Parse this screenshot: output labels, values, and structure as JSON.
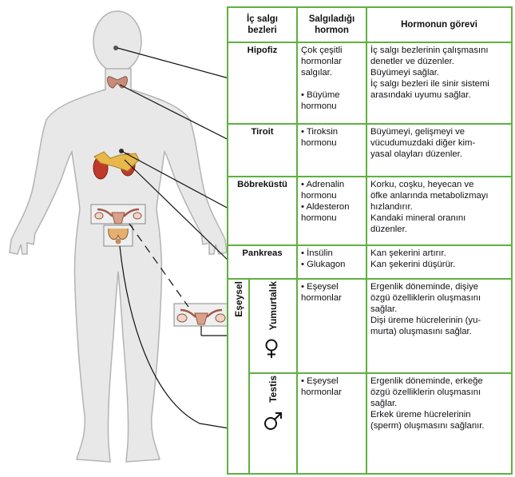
{
  "header": {
    "col1": "İç salgı bezleri",
    "col2": "Salgıladığı hormon",
    "col3": "Hormonun görevi"
  },
  "rows": {
    "hipofiz": {
      "name": "Hipofiz",
      "hormone_lines": [
        "Çok çeşitli",
        "hormonlar",
        "salgılar.",
        "",
        "• Büyüme",
        "hormonu"
      ],
      "task_lines": [
        "İç salgı bezlerinin çalışmasını",
        "denetler ve düzenler.",
        "Büyümeyi sağlar.",
        "İç salgı bezleri ile sinir sistemi",
        "arasındaki uyumu sağlar."
      ]
    },
    "tiroit": {
      "name": "Tiroit",
      "hormone_lines": [
        "• Tiroksin",
        "hormonu"
      ],
      "task_lines": [
        "Büyümeyi, gelişmeyi ve",
        "vücudumuzdaki diğer kim-",
        "yasal olayları düzenler."
      ]
    },
    "bobrekustu": {
      "name": "Böbreküstü",
      "hormone_lines": [
        "• Adrenalin",
        "hormonu",
        "• Aldesteron",
        "hormonu"
      ],
      "task_lines": [
        "Korku, coşku, heyecan ve",
        "öfke anlarında metabolizmayı",
        "hızlandırır.",
        "Kandaki mineral oranını",
        "düzenler."
      ]
    },
    "pankreas": {
      "name": "Pankreas",
      "hormone_lines": [
        "• İnsülin",
        "• Glukagon"
      ],
      "task_lines": [
        "Kan şekerini artırır.",
        "Kan şekerini düşürür."
      ]
    },
    "eseysel": {
      "name": "Eşeysel",
      "yumurtalik": {
        "name": "Yumurtalık",
        "hormone_lines": [
          "• Eşeysel",
          "hormonlar"
        ],
        "task_lines": [
          "Ergenlik döneminde, dişiye",
          "özgü özelliklerin oluşmasını",
          "sağlar.",
          "Dişi üreme hücrelerinin (yu-",
          "murta) oluşmasını sağlar."
        ]
      },
      "testis": {
        "name": "Testis",
        "hormone_lines": [
          "• Eşeysel",
          "hormonlar"
        ],
        "task_lines": [
          "Ergenlik döneminde, erkeğe",
          "özgü özelliklerin oluşmasını",
          "sağlar.",
          "Erkek üreme hücrelerinin",
          "(sperm) oluşmasını sağlanır."
        ]
      }
    }
  },
  "colors": {
    "border": "#5fb13e",
    "body_fill": "#e8e8e8",
    "body_outline": "#b3b3b3",
    "thyroid": "#c98a7a",
    "adrenal": "#e8b84a",
    "kidney": "#c0392b",
    "ovary": "#d9a08a"
  },
  "icons": [
    "female-symbol-icon",
    "male-symbol-icon"
  ]
}
